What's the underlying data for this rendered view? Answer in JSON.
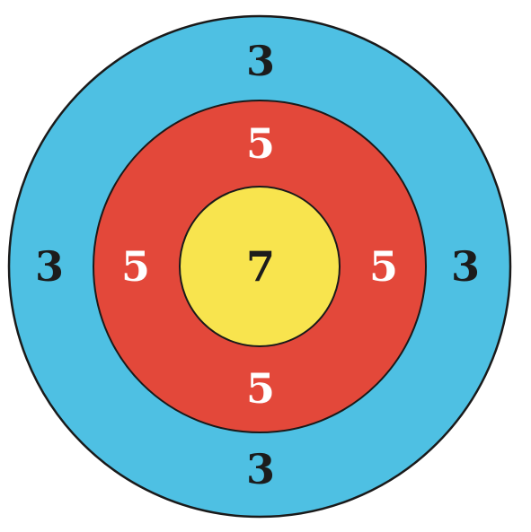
{
  "rings": [
    {
      "id": "outer",
      "color": "#4ec0e3",
      "label_color": "#1c1c1c",
      "score": "3",
      "label_positions": [
        "top",
        "left",
        "right",
        "bottom"
      ]
    },
    {
      "id": "middle",
      "color": "#e3483a",
      "label_color": "#ffffff",
      "score": "5",
      "label_positions": [
        "top",
        "left",
        "right",
        "bottom"
      ]
    },
    {
      "id": "inner",
      "color": "#f8e44e",
      "label_color": "#1c1c1c",
      "score": "7",
      "label_positions": [
        "center"
      ]
    }
  ],
  "outline_color": "#1a1a1a"
}
